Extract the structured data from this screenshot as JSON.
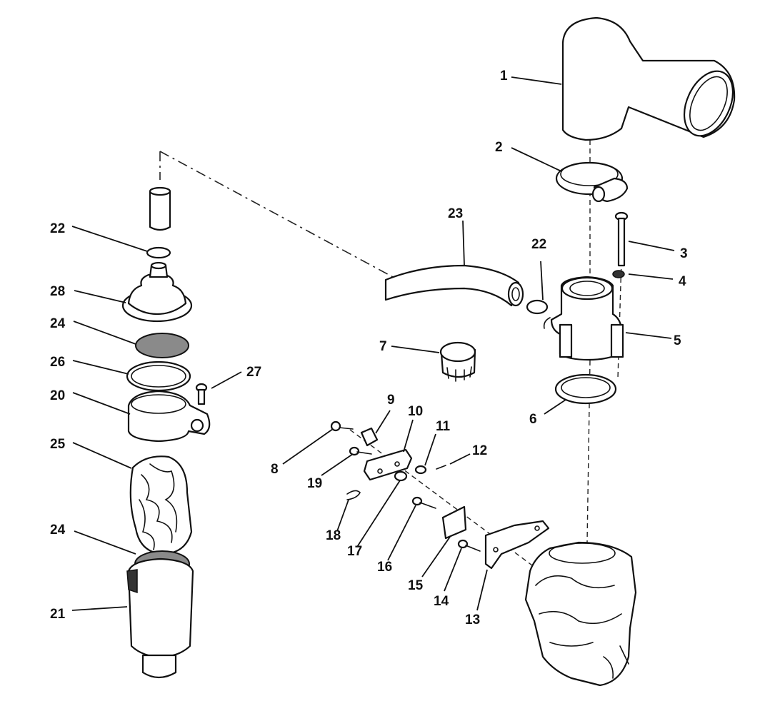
{
  "callouts": [
    {
      "id": "c1",
      "label": "1"
    },
    {
      "id": "c2",
      "label": "2"
    },
    {
      "id": "c3",
      "label": "3"
    },
    {
      "id": "c4",
      "label": "4"
    },
    {
      "id": "c5",
      "label": "5"
    },
    {
      "id": "c6",
      "label": "6"
    },
    {
      "id": "c7",
      "label": "7"
    },
    {
      "id": "c8",
      "label": "8"
    },
    {
      "id": "c9",
      "label": "9"
    },
    {
      "id": "c10",
      "label": "10"
    },
    {
      "id": "c11",
      "label": "11"
    },
    {
      "id": "c12",
      "label": "12"
    },
    {
      "id": "c13",
      "label": "13"
    },
    {
      "id": "c14",
      "label": "14"
    },
    {
      "id": "c15",
      "label": "15"
    },
    {
      "id": "c16",
      "label": "16"
    },
    {
      "id": "c17",
      "label": "17"
    },
    {
      "id": "c18",
      "label": "18"
    },
    {
      "id": "c19",
      "label": "19"
    },
    {
      "id": "c20",
      "label": "20"
    },
    {
      "id": "c21",
      "label": "21"
    },
    {
      "id": "c22a",
      "label": "22"
    },
    {
      "id": "c22b",
      "label": "22"
    },
    {
      "id": "c23",
      "label": "23"
    },
    {
      "id": "c24a",
      "label": "24"
    },
    {
      "id": "c24b",
      "label": "24"
    },
    {
      "id": "c25",
      "label": "25"
    },
    {
      "id": "c26",
      "label": "26"
    },
    {
      "id": "c27",
      "label": "27"
    },
    {
      "id": "c28",
      "label": "28"
    }
  ]
}
